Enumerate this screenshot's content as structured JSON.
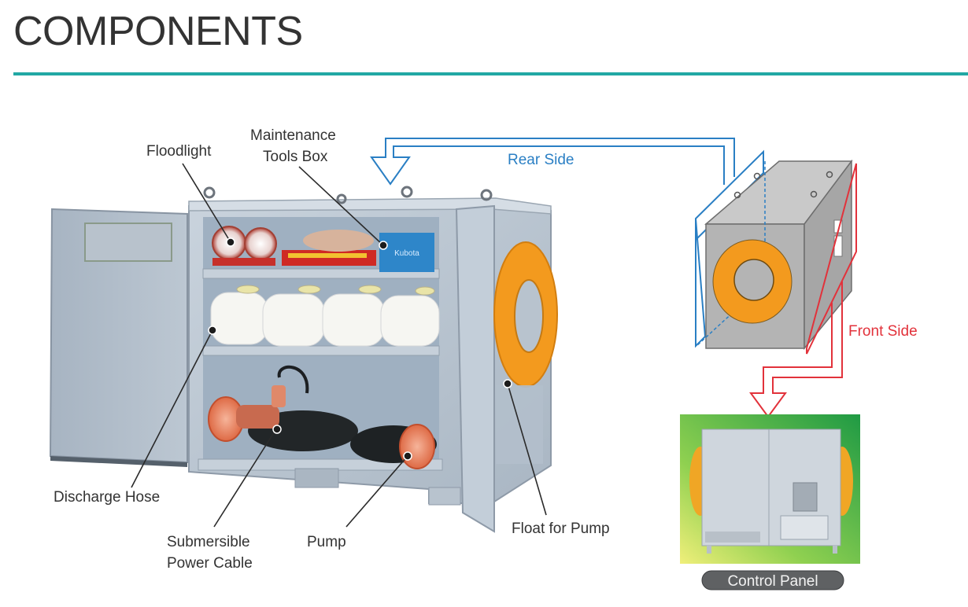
{
  "header": {
    "title": "COMPONENTS"
  },
  "colors": {
    "accent_rule": "#22a8a4",
    "rear_side": "#2a7fc4",
    "front_side": "#e2323b",
    "float_orange": "#f39a1e",
    "cabinet_gray": "#b7c3cf",
    "panel_bg_green": "#2ea548"
  },
  "callouts": {
    "floodlight": "Floodlight",
    "maintenance_line1": "Maintenance",
    "maintenance_line2": "Tools Box",
    "discharge_hose": "Discharge Hose",
    "cable_line1": "Submersible",
    "cable_line2": "Power Cable",
    "pump": "Pump",
    "float_for_pump": "Float for Pump"
  },
  "orientation": {
    "rear_side": "Rear Side",
    "front_side": "Front Side"
  },
  "control_panel": {
    "label": "Control Panel",
    "brand_text": "Kubota"
  }
}
